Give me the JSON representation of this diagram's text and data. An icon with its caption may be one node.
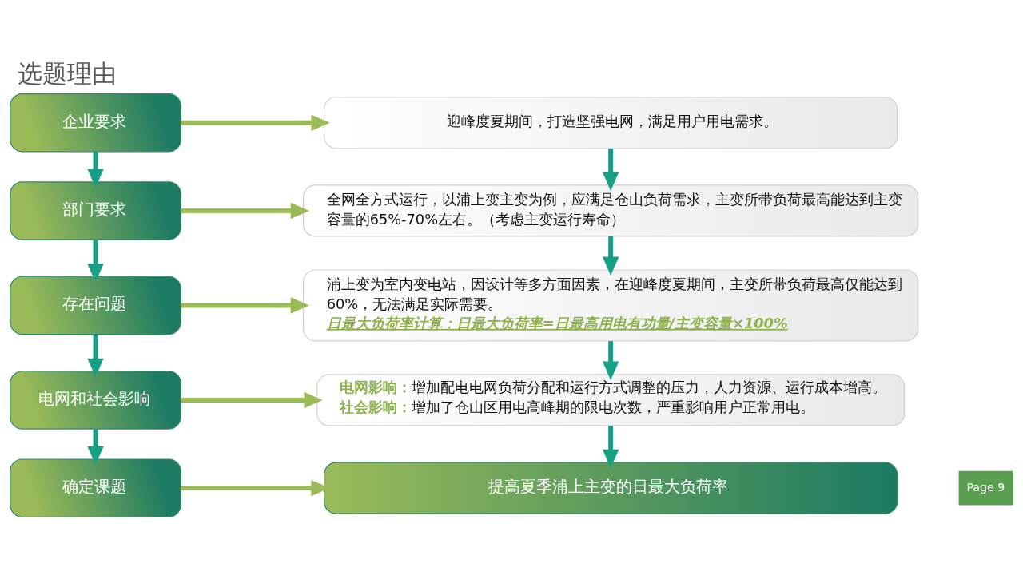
{
  "diagram": {
    "title": "选题理由",
    "nodes": [
      {
        "text": [
          "企业要求"
        ]
      },
      {
        "text": [
          "迎峰度夏期间，打造坚强电网，满足用户用电需求。"
        ]
      },
      {
        "text": [
          "部门要求"
        ]
      },
      {
        "text": [
          "全网全方式运行，以浦上变主变为例，应满足仓山负荷需求，主变所带负荷最高能达到主变容量的65%-70%左右。（考虑主变运行寿命）"
        ]
      },
      {
        "text": [
          "存在问题"
        ]
      },
      {
        "text": [
          "浦上变为室内变电站，因设计等多方面因素，在迎峰度夏期间，主变所带负荷最高仅能达到60%，无法满足实际需要。",
          "日最大负荷率计算：日最大负荷率=日最高用电有功量/主变容量×100%"
        ]
      },
      {
        "text": [
          "电网和社会影响"
        ]
      },
      {
        "text": [
          "**电网影响：**增加配电电网负荷分配和运行方式调整的压力，人力资源、运行成本增高。",
          "**社会影响：**增加了仓山区用电高峰期的限电次数，严重影响用户正常用电。"
        ]
      },
      {
        "text": [
          "确定课题"
        ]
      },
      {
        "text": [
          "提高夏季浦上主变的日最大负荷率"
        ]
      }
    ],
    "edges": [
      {
        "from": 0,
        "to": 1,
        "arrow": "to",
        "color": "#9bbb59"
      },
      {
        "from": 0,
        "to": 2,
        "arrow": "to"
      },
      {
        "from": 1,
        "to": 3,
        "arrow": "to"
      },
      {
        "from": 2,
        "to": 3,
        "arrow": "to",
        "color": "#9bbb59"
      },
      {
        "from": 2,
        "to": 4,
        "arrow": "to"
      },
      {
        "from": 3,
        "to": 5,
        "arrow": "to"
      },
      {
        "from": 4,
        "to": 5,
        "arrow": "to",
        "color": "#9bbb59"
      },
      {
        "from": 4,
        "to": 6,
        "arrow": "to"
      },
      {
        "from": 5,
        "to": 7,
        "arrow": "to"
      },
      {
        "from": 6,
        "to": 7,
        "arrow": "to",
        "color": "#9bbb59"
      },
      {
        "from": 6,
        "to": 8,
        "arrow": "to"
      },
      {
        "from": 7,
        "to": 9,
        "arrow": "to"
      },
      {
        "from": 8,
        "to": 9,
        "arrow": "to",
        "color": "#9bbb59"
      }
    ],
    "labels": [
      "Page 9"
    ]
  }
}
